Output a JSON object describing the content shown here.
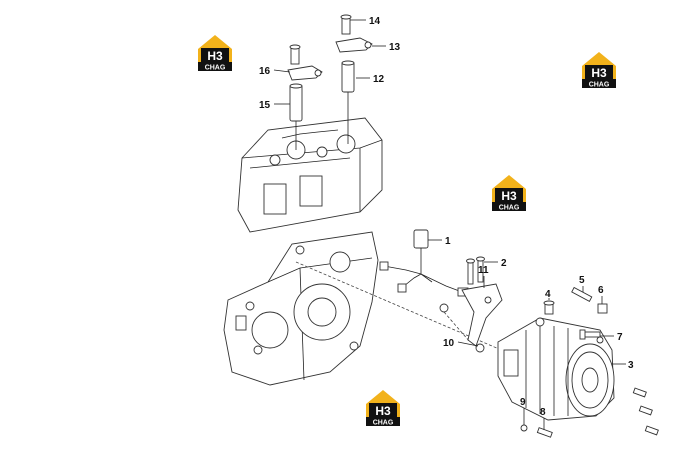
{
  "logo": {
    "mark": "H3",
    "sub": "CHAG",
    "color": "#f2b21b",
    "dark": "#111111"
  },
  "callouts": [
    {
      "id": "c1",
      "label": "1"
    },
    {
      "id": "c2",
      "label": "2"
    },
    {
      "id": "c3",
      "label": "3"
    },
    {
      "id": "c4",
      "label": "4"
    },
    {
      "id": "c5",
      "label": "5"
    },
    {
      "id": "c6",
      "label": "6"
    },
    {
      "id": "c7",
      "label": "7"
    },
    {
      "id": "c8",
      "label": "8"
    },
    {
      "id": "c9",
      "label": "9"
    },
    {
      "id": "c10",
      "label": "10"
    },
    {
      "id": "c11",
      "label": "11"
    },
    {
      "id": "c12",
      "label": "12"
    },
    {
      "id": "c13",
      "label": "13"
    },
    {
      "id": "c14",
      "label": "14"
    },
    {
      "id": "c15",
      "label": "15"
    },
    {
      "id": "c16",
      "label": "16"
    }
  ]
}
